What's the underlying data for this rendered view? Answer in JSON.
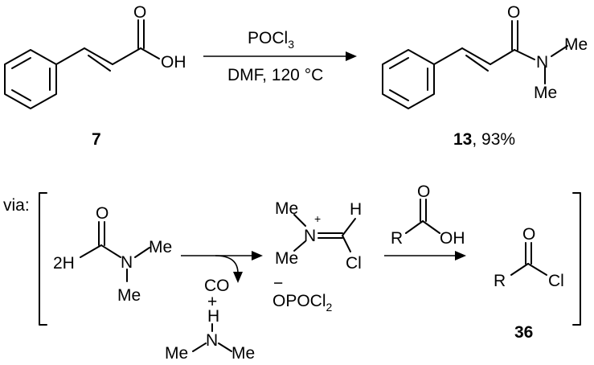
{
  "reaction": {
    "reagent_above": "POCl",
    "reagent_above_sub": "3",
    "conditions_below": "DMF, 120 °C"
  },
  "compounds": {
    "cinnamic_acid": {
      "oxygen": "O",
      "hydroxyl": "OH",
      "label": "7"
    },
    "amide": {
      "oxygen": "O",
      "nitrogen": "N",
      "methyl_1": "Me",
      "methyl_2": "Me",
      "label": "13",
      "yield": ", 93%"
    }
  },
  "mechanism": {
    "via_label": "via:",
    "dmf": {
      "oxygen": "O",
      "hydrogen": "2H",
      "nitrogen": "N",
      "methyl_1": "Me",
      "methyl_2": "Me"
    },
    "byproducts": {
      "co": "CO",
      "plus": "+",
      "hydrogen": "H",
      "nitrogen": "N",
      "methyl_1": "Me",
      "methyl_2": "Me"
    },
    "vilsmeier": {
      "methyl_1": "Me",
      "methyl_2": "Me",
      "nitrogen": "N",
      "charge_plus": "+",
      "hydrogen": "H",
      "chlorine": "Cl",
      "charge_minus": "−",
      "counterion": "OPOCl",
      "counterion_sub": "2"
    },
    "acid": {
      "oxygen": "O",
      "r_group": "R",
      "hydroxyl": "OH"
    },
    "acid_chloride": {
      "oxygen": "O",
      "r_group": "R",
      "chlorine": "Cl",
      "label": "36"
    }
  }
}
